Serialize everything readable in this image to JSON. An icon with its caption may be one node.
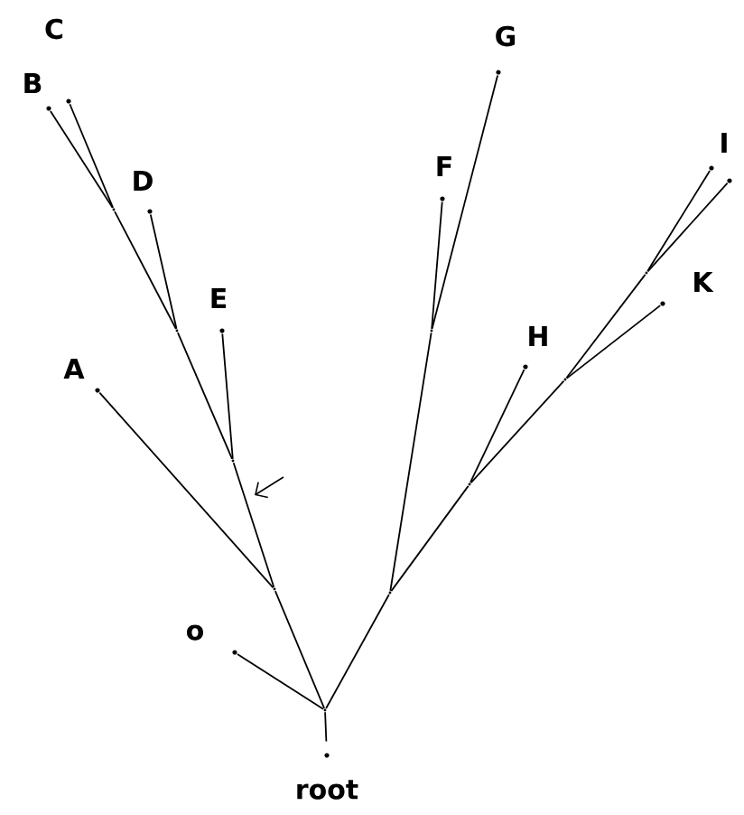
{
  "diagram": {
    "nodes": [
      {
        "text": [],
        "shape": "dot",
        "beside": [
          "root"
        ]
      },
      {
        "text": [],
        "shape": "point"
      },
      {
        "text": [],
        "shape": "dot",
        "beside": [
          "o"
        ]
      },
      {
        "text": [],
        "shape": "point"
      },
      {
        "text": [],
        "shape": "dot",
        "beside": [
          "A"
        ]
      },
      {
        "text": [],
        "shape": "point"
      },
      {
        "text": [],
        "shape": "dot",
        "beside": [
          "E"
        ]
      },
      {
        "text": [],
        "shape": "point"
      },
      {
        "text": [],
        "shape": "dot",
        "beside": [
          "D"
        ]
      },
      {
        "text": [],
        "shape": "point"
      },
      {
        "text": [],
        "shape": "dot",
        "beside": [
          "B"
        ]
      },
      {
        "text": [],
        "shape": "dot",
        "beside": [
          "C"
        ]
      },
      {
        "text": [],
        "shape": "point"
      },
      {
        "text": [],
        "shape": "point"
      },
      {
        "text": [],
        "shape": "dot",
        "beside": [
          "F"
        ]
      },
      {
        "text": [],
        "shape": "dot",
        "beside": [
          "G"
        ]
      },
      {
        "text": [],
        "shape": "point"
      },
      {
        "text": [],
        "shape": "dot",
        "beside": [
          "H"
        ]
      },
      {
        "text": [],
        "shape": "point"
      },
      {
        "text": [],
        "shape": "dot",
        "beside": [
          "K"
        ]
      },
      {
        "text": [],
        "shape": "point"
      },
      {
        "text": [],
        "shape": "dot",
        "beside": [
          "I"
        ]
      },
      {
        "text": [],
        "shape": "dot"
      }
    ],
    "edges": [
      {
        "from": 1,
        "to": 0,
        "arrow": "none"
      },
      {
        "from": 1,
        "to": 2,
        "arrow": "none"
      },
      {
        "from": 1,
        "to": 3,
        "arrow": "none"
      },
      {
        "from": 3,
        "to": 4,
        "arrow": "none"
      },
      {
        "from": 3,
        "to": 5,
        "arrow": "none"
      },
      {
        "from": 5,
        "to": 6,
        "arrow": "none"
      },
      {
        "from": 5,
        "to": 7,
        "arrow": "none"
      },
      {
        "from": 7,
        "to": 8,
        "arrow": "none"
      },
      {
        "from": 7,
        "to": 9,
        "arrow": "none"
      },
      {
        "from": 9,
        "to": 10,
        "arrow": "none"
      },
      {
        "from": 9,
        "to": 11,
        "arrow": "none"
      },
      {
        "from": 1,
        "to": 12,
        "arrow": "none"
      },
      {
        "from": 12,
        "to": 13,
        "arrow": "none"
      },
      {
        "from": 13,
        "to": 14,
        "arrow": "none"
      },
      {
        "from": 13,
        "to": 15,
        "arrow": "none"
      },
      {
        "from": 12,
        "to": 16,
        "arrow": "none"
      },
      {
        "from": 16,
        "to": 17,
        "arrow": "none"
      },
      {
        "from": 16,
        "to": 18,
        "arrow": "none"
      },
      {
        "from": 18,
        "to": 19,
        "arrow": "none"
      },
      {
        "from": 18,
        "to": 20,
        "arrow": "none"
      },
      {
        "from": 20,
        "to": 21,
        "arrow": "none"
      },
      {
        "from": 20,
        "to": 22,
        "arrow": "none"
      }
    ]
  }
}
